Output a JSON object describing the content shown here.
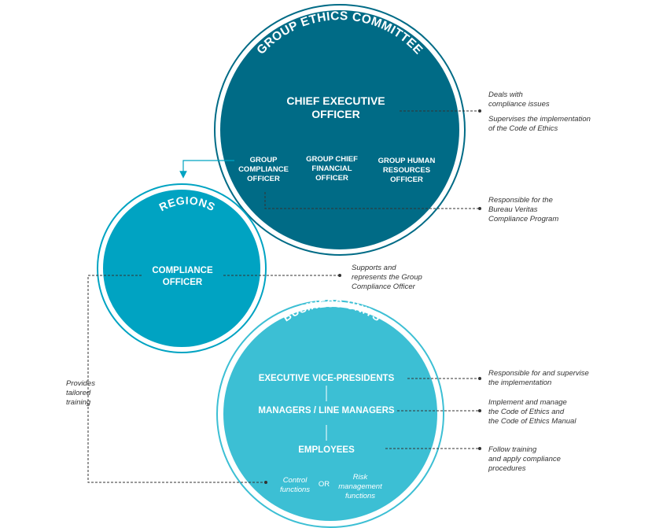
{
  "colors": {
    "committee": "#006b86",
    "regions": "#00a3c2",
    "business_units": "#3cbfd4",
    "ring_committee": "#006b86",
    "ring_regions": "#00a3c2",
    "ring_business": "#3cbfd4",
    "text_white": "#ffffff",
    "annotation_text": "#333333",
    "dashed_line": "#333333",
    "connector": "#00a3c2"
  },
  "committee": {
    "title": "GROUP ETHICS COMMITTEE",
    "ceo_line1": "CHIEF EXECUTIVE",
    "ceo_line2": "OFFICER",
    "members": [
      {
        "lines": [
          "GROUP",
          "COMPLIANCE",
          "OFFICER"
        ]
      },
      {
        "lines": [
          "GROUP CHIEF",
          "FINANCIAL",
          "OFFICER"
        ]
      },
      {
        "lines": [
          "GROUP HUMAN",
          "RESOURCES",
          "OFFICER"
        ]
      }
    ]
  },
  "regions": {
    "title": "REGIONS",
    "officer_line1": "COMPLIANCE",
    "officer_line2": "OFFICER"
  },
  "business_units": {
    "title": "BUSINESS UNITS",
    "level1": "EXECUTIVE VICE-PRESIDENTS",
    "level2": "MANAGERS / LINE MANAGERS",
    "level3": "EMPLOYEES",
    "control_line1": "Control",
    "control_line2": "functions",
    "or_label": "OR",
    "risk_line1": "Risk",
    "risk_line2": "management",
    "risk_line3": "functions"
  },
  "annotations": {
    "ceo_deals": [
      "Deals with",
      "compliance issues"
    ],
    "ceo_supervises": [
      "Supervises the implementation",
      "of the Code of Ethics"
    ],
    "gco_responsible": [
      "Responsible for the",
      "Bureau Veritas",
      "Compliance Program"
    ],
    "regional_supports": [
      "Supports and",
      "represents the Group",
      "Compliance Officer"
    ],
    "evp_responsible": [
      "Responsible for and supervise",
      "the implementation"
    ],
    "managers_implement": [
      "Implement and manage",
      "the Code of Ethics and",
      "the Code of Ethics Manual"
    ],
    "employees_follow": [
      "Follow training",
      "and apply compliance",
      "procedures"
    ],
    "training": [
      "Provides",
      "tailored",
      "training"
    ]
  }
}
